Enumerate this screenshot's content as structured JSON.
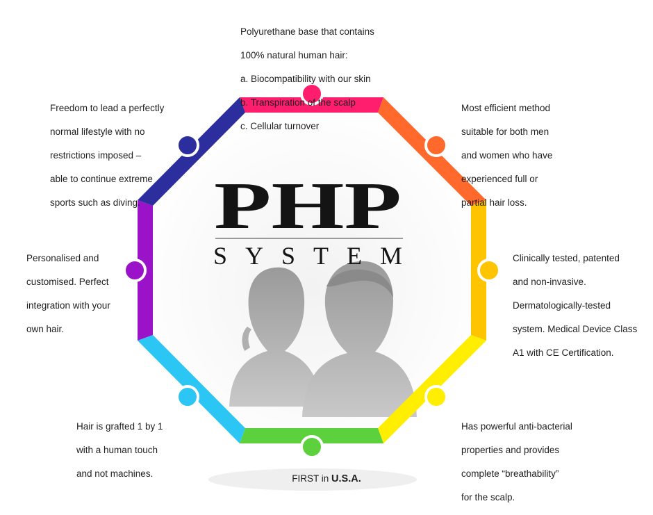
{
  "logo": {
    "main": "PHP",
    "sub": "SYSTEM"
  },
  "colors": {
    "top": "#ff1e6e",
    "upper_right": "#ff6a2c",
    "right": "#ffc400",
    "lower_right": "#ffee00",
    "bottom": "#5cd13d",
    "lower_left": "#2cc6f4",
    "left": "#9b13c9",
    "upper_left": "#2b2e9c"
  },
  "icons": [
    "woman-silhouette-icon",
    "man-silhouette-icon"
  ],
  "notes": {
    "top": {
      "lines": [
        "Polyurethane base that contains",
        "100% natural human hair:",
        "a.  Biocompatibility with our skin",
        "b.  Transpiration of the scalp",
        "c.  Cellular turnover"
      ]
    },
    "upper_right": {
      "lines": [
        "Most efficient method",
        "suitable for both men",
        "and women who have",
        "experienced full or",
        "partial hair loss."
      ]
    },
    "right": {
      "lines": [
        "Clinically tested, patented",
        "and non-invasive.",
        "Dermatologically-tested",
        "system. Medical Device Class",
        "A1 with CE Certification."
      ]
    },
    "lower_right": {
      "lines": [
        "Has powerful anti-bacterial",
        "properties and provides",
        "complete “breathability”",
        "for the scalp."
      ]
    },
    "bottom": {
      "prefix": "FIRST in ",
      "emphasis": "U.S.A."
    },
    "lower_left": {
      "lines": [
        "Hair is grafted 1 by 1",
        "with a human touch",
        "and not machines."
      ]
    },
    "left": {
      "lines": [
        "Personalised and",
        "customised. Perfect",
        "integration with your",
        "own hair."
      ]
    },
    "upper_left": {
      "lines": [
        "Freedom to lead a perfectly",
        "normal lifestyle with no",
        "restrictions imposed –",
        "able to continue extreme",
        "sports such as diving."
      ]
    }
  }
}
